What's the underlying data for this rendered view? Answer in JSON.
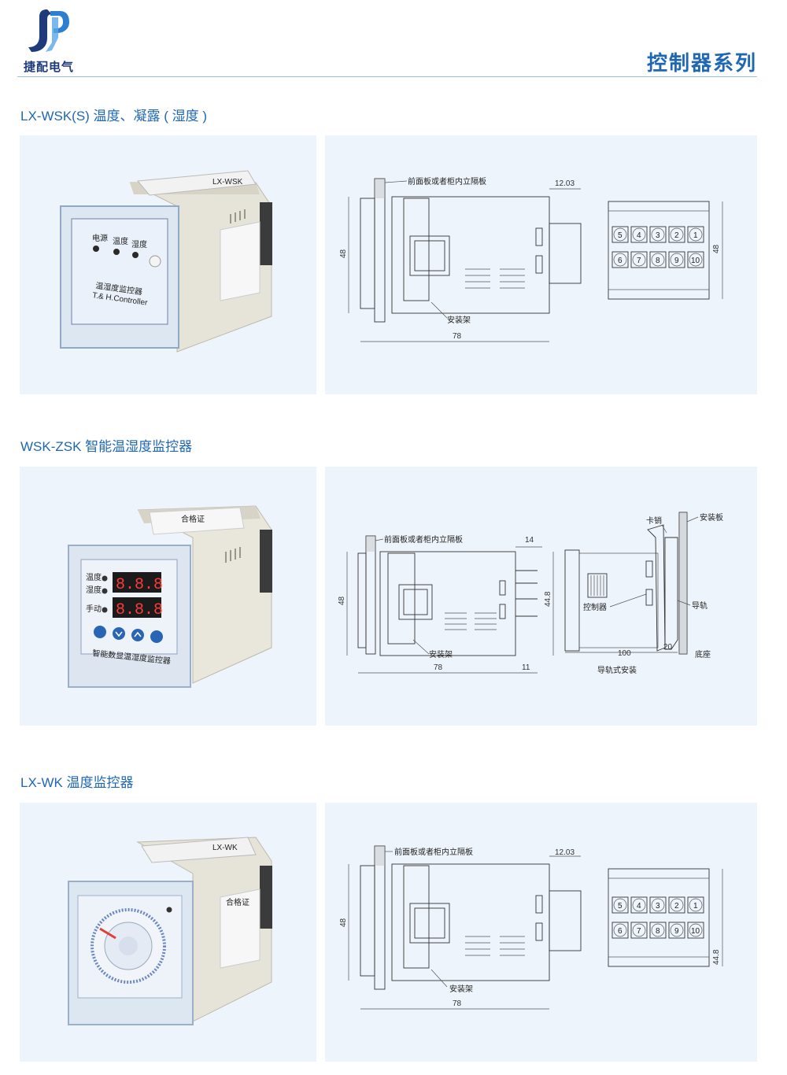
{
  "header": {
    "logo_text": "捷配电气",
    "logo_mark_icon": "jp-logo-icon",
    "series_title": "控制器系列"
  },
  "sections": [
    {
      "title": "LX-WSK(S) 温度、凝露 ( 湿度 )",
      "product": {
        "indicator_labels": [
          "电源",
          "温度",
          "湿度"
        ],
        "panel_name": "温湿度监控器",
        "panel_name_en": "T.& H.Controller",
        "top_label": "LX-WSK"
      },
      "drawing": {
        "panel_label": "前面板或者柜内立隔板",
        "bracket_label": "安装架",
        "dim_width": "78",
        "dim_height": "48",
        "dim_depth": "12.03",
        "terminal_height": "48",
        "terminals_top": [
          "5",
          "4",
          "3",
          "2",
          "1"
        ],
        "terminals_bottom": [
          "6",
          "7",
          "8",
          "9",
          "10"
        ]
      }
    },
    {
      "title": "WSK-ZSK 智能温湿度监控器",
      "product": {
        "indicator_labels": [
          "温度",
          "湿度",
          "手动"
        ],
        "display_value": "8.8.8",
        "panel_name": "智能数显温湿度监控器",
        "cert_label": "合格证"
      },
      "drawing": {
        "panel_label": "前面板或者柜内立隔板",
        "bracket_label": "安装架",
        "dim_width": "78",
        "dim_height": "48",
        "dim_depth": "14",
        "dim_pin": "11",
        "dim_side": "44.8",
        "rail_labels": {
          "pin": "卡销",
          "plate": "安装板",
          "controller": "控制器",
          "rail": "导轨",
          "base": "底座",
          "caption": "导轨式安装"
        },
        "dim_rail_width": "100",
        "dim_rail_gap": "20"
      }
    },
    {
      "title": "LX-WK 温度监控器",
      "product": {
        "top_label": "LX-WK",
        "cert_label": "合格证"
      },
      "drawing": {
        "panel_label": "前面板或者柜内立隔板",
        "bracket_label": "安装架",
        "dim_width": "78",
        "dim_height": "48",
        "dim_depth": "12.03",
        "terminal_height": "44.8",
        "terminals_top": [
          "5",
          "4",
          "3",
          "2",
          "1"
        ],
        "terminals_bottom": [
          "6",
          "7",
          "8",
          "9",
          "10"
        ]
      }
    }
  ],
  "colors": {
    "brand_blue": "#1f67b3",
    "panel_bg": "#eef4fb",
    "logo_dark": "#1e3a7b"
  }
}
